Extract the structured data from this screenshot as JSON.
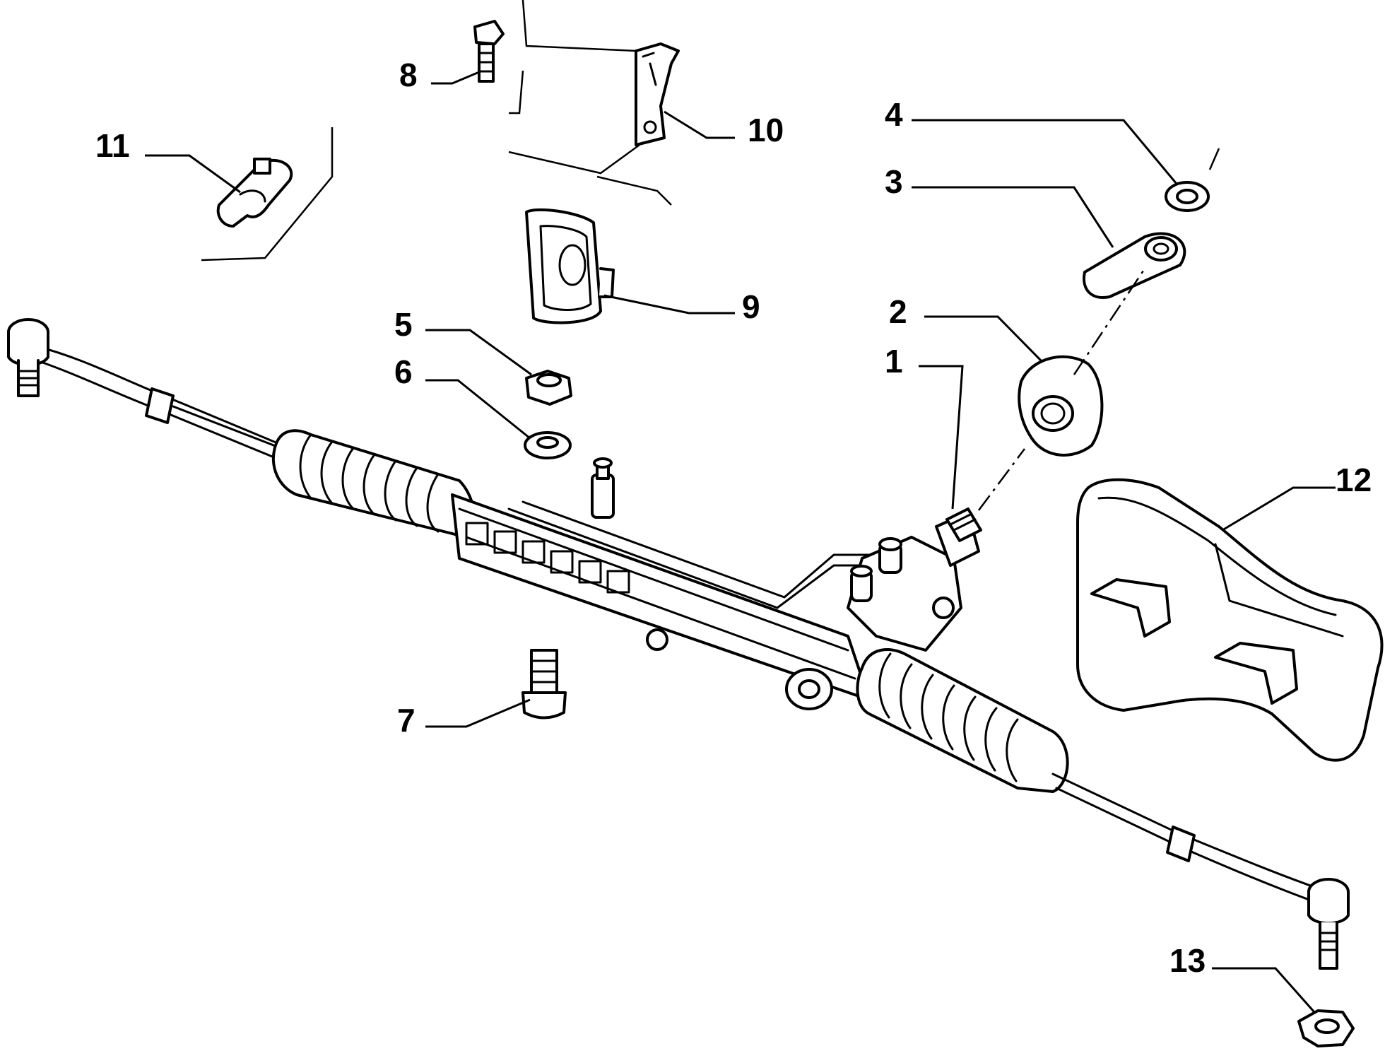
{
  "callouts": [
    {
      "id": "1",
      "label": "1"
    },
    {
      "id": "2",
      "label": "2"
    },
    {
      "id": "3",
      "label": "3"
    },
    {
      "id": "4",
      "label": "4"
    },
    {
      "id": "5",
      "label": "5"
    },
    {
      "id": "6",
      "label": "6"
    },
    {
      "id": "7",
      "label": "7"
    },
    {
      "id": "8",
      "label": "8"
    },
    {
      "id": "9",
      "label": "9"
    },
    {
      "id": "10",
      "label": "10"
    },
    {
      "id": "11",
      "label": "11"
    },
    {
      "id": "12",
      "label": "12"
    },
    {
      "id": "13",
      "label": "13"
    }
  ],
  "colors": {
    "line": "#000000",
    "background": "#ffffff",
    "shade": "#d9d9d9"
  }
}
